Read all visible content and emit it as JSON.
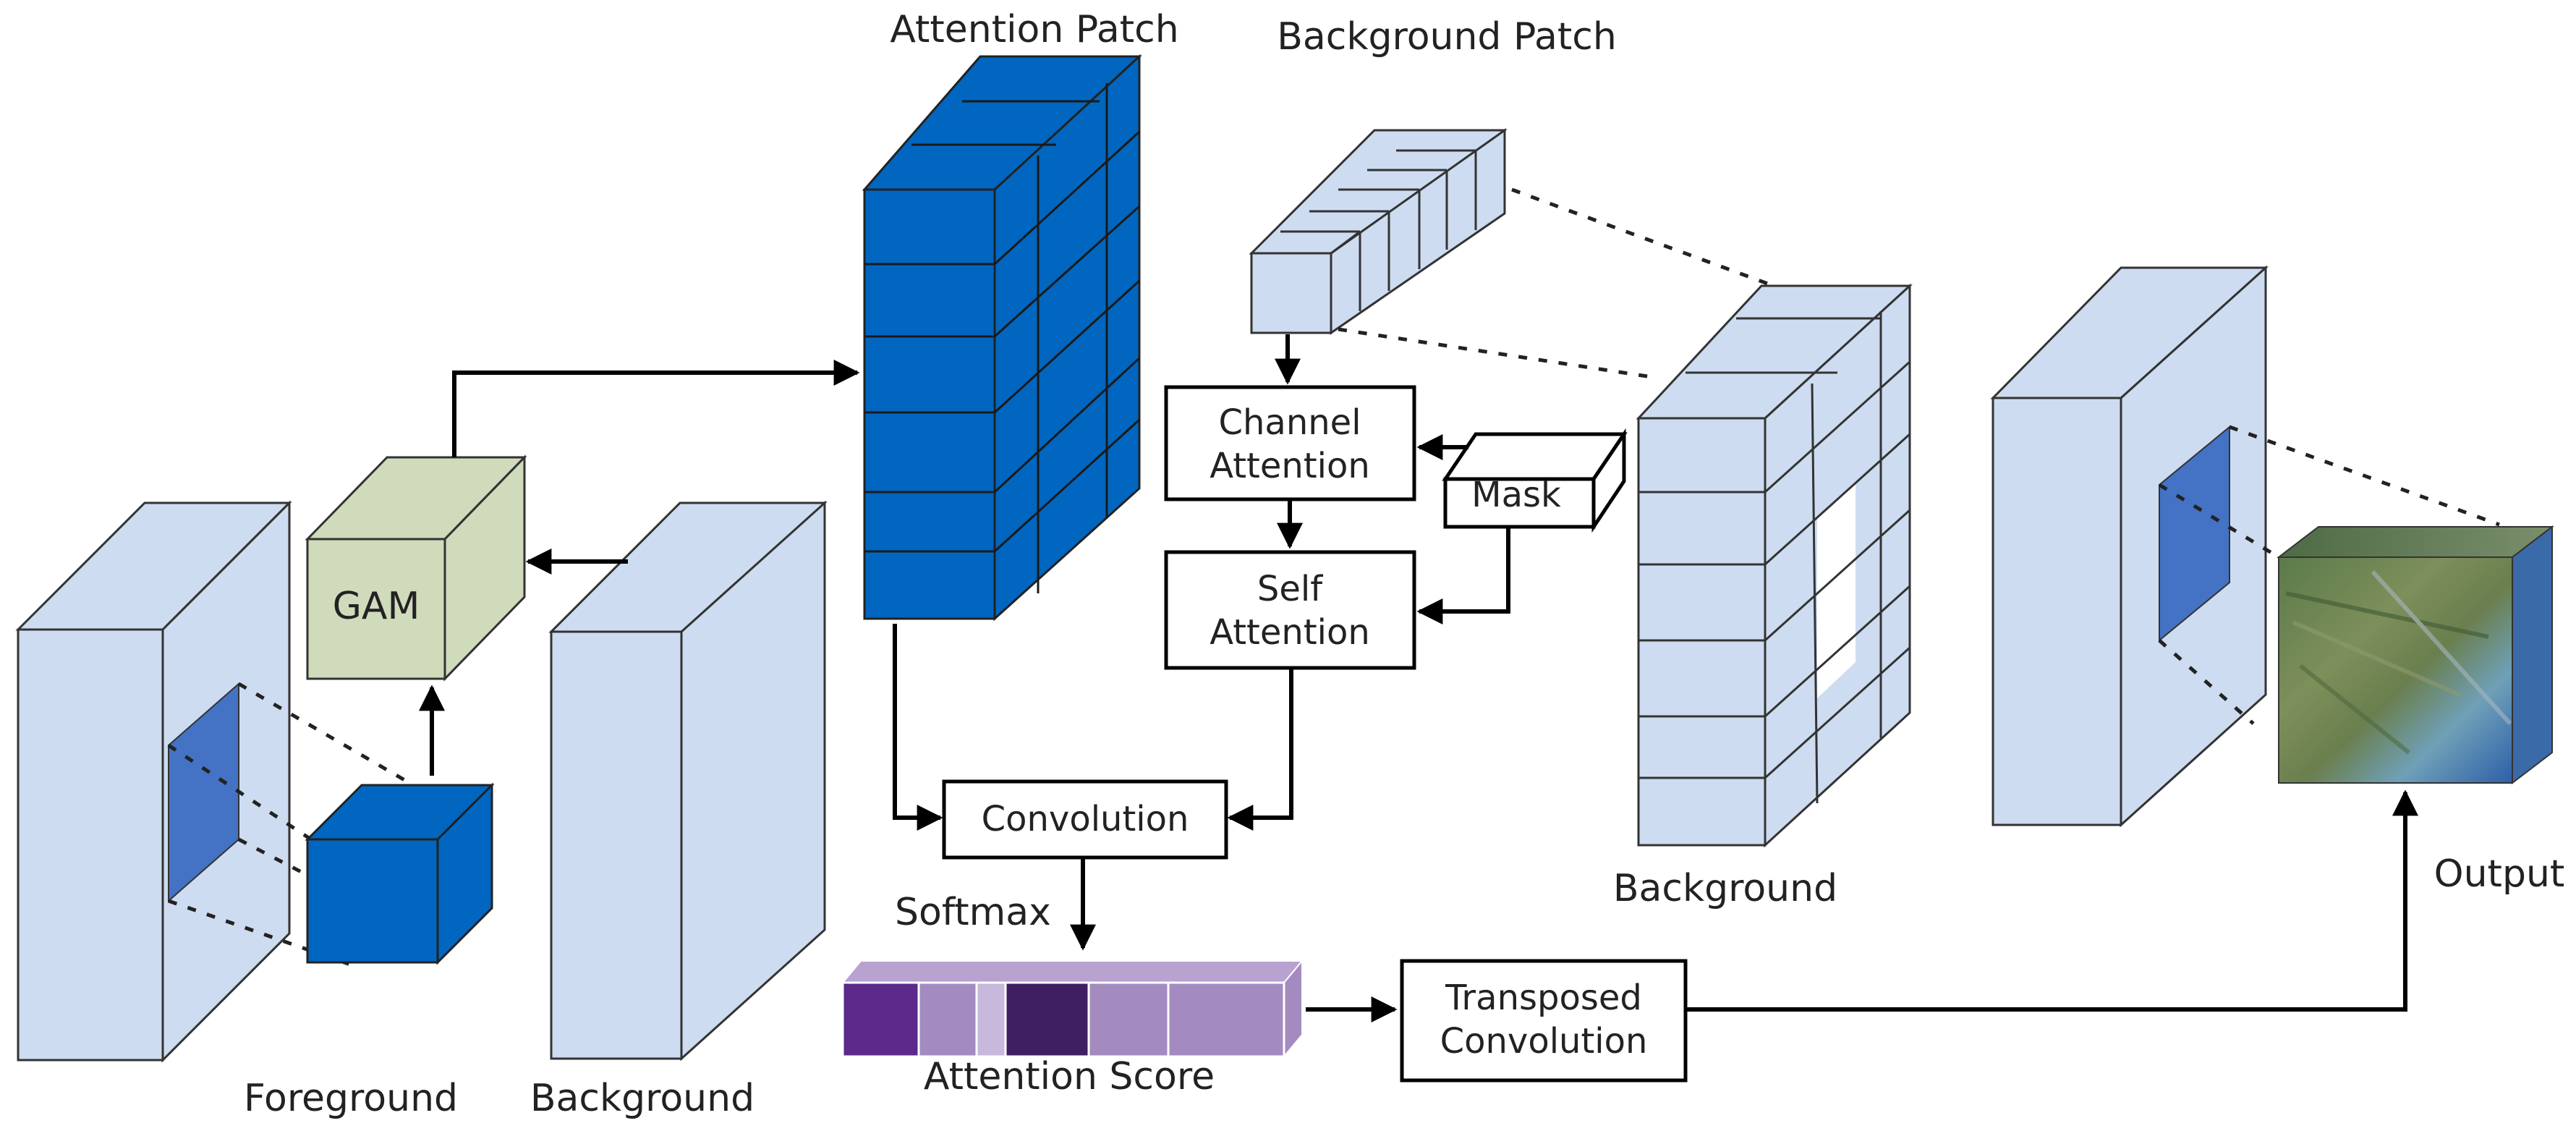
{
  "labels": {
    "attention_patch": "Attention Patch",
    "background_patch": "Background Patch",
    "gam": "GAM",
    "channel_attention_line1": "Channel",
    "channel_attention_line2": "Attention",
    "mask": "Mask",
    "self_attention_line1": "Self",
    "self_attention_line2": "Attention",
    "convolution": "Convolution",
    "softmax": "Softmax",
    "attention_score": "Attention Score",
    "transposed_conv_line1": "Transposed",
    "transposed_conv_line2": "Convolution",
    "foreground": "Foreground",
    "background_left": "Background",
    "background_right": "Background",
    "output": "Output"
  },
  "colors": {
    "light_block": "#cddcf0",
    "dark_block": "#0066c0",
    "gam": "#d0dbbc",
    "patch": "#4472c4",
    "score_dark": "#5b2a8a",
    "score_darker": "#401f60",
    "score_light": "#a38bc0",
    "line": "#000000"
  }
}
